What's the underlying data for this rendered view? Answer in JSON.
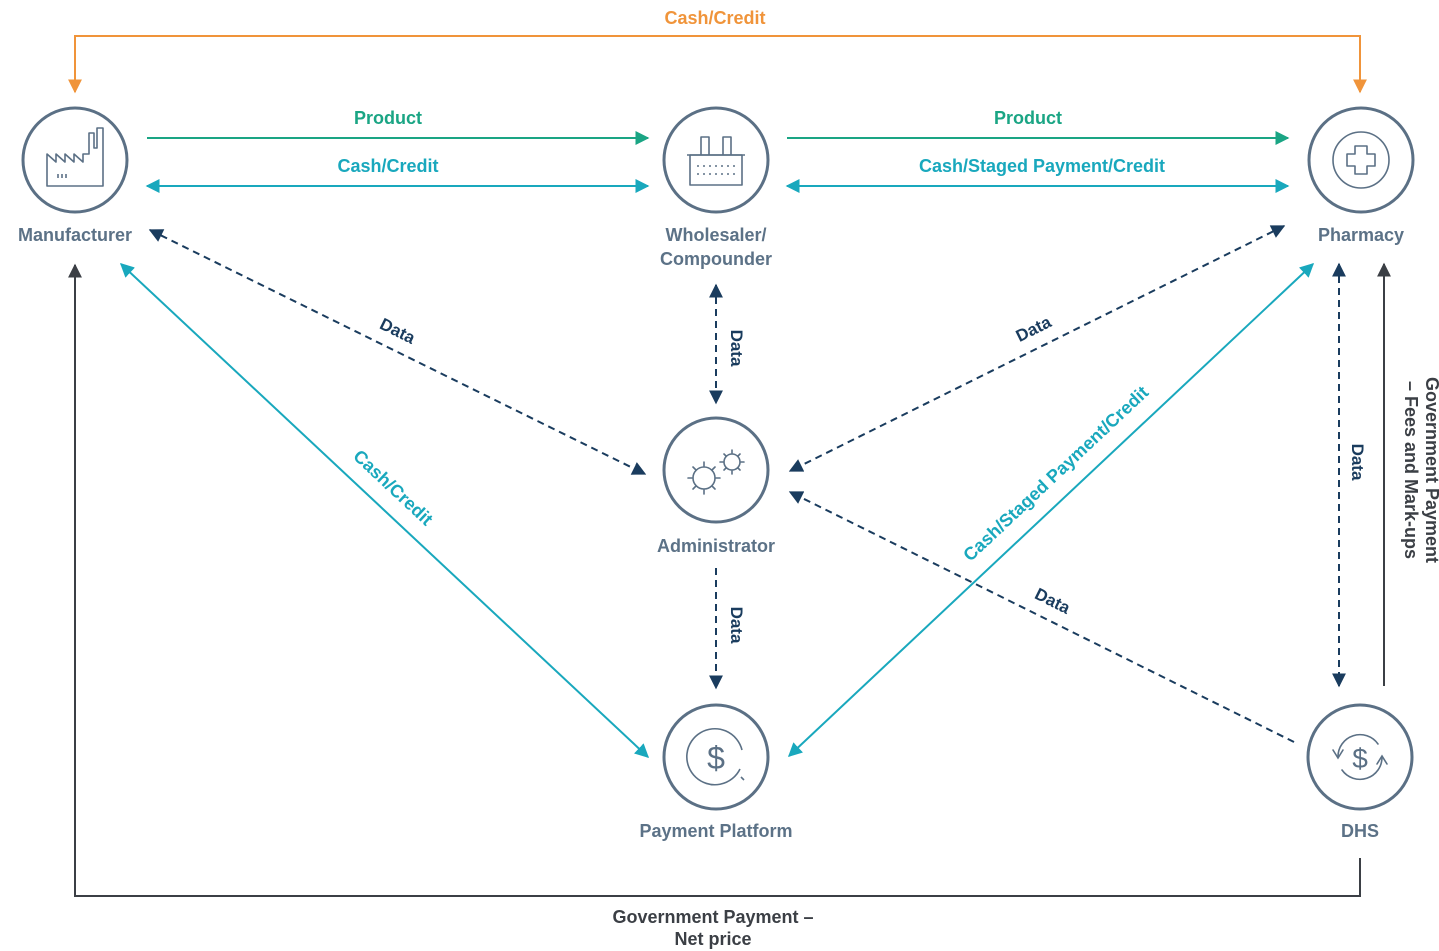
{
  "colors": {
    "orange": "#f0943a",
    "green": "#1aa584",
    "teal": "#19a8bd",
    "navy": "#1a3c5e",
    "dark": "#3b3f45",
    "node_ring": "#5b7085",
    "node_text": "#5c7287"
  },
  "nodes": {
    "manufacturer": {
      "label": "Manufacturer",
      "icon": "factory-icon"
    },
    "wholesaler": {
      "label_line1": "Wholesaler/",
      "label_line2": "Compounder",
      "icon": "warehouse-icon"
    },
    "pharmacy": {
      "label": "Pharmacy",
      "icon": "medical-cross-icon"
    },
    "administrator": {
      "label": "Administrator",
      "icon": "gears-icon"
    },
    "payment_platform": {
      "label": "Payment Platform",
      "icon": "dollar-icon"
    },
    "dhs": {
      "label": "DHS",
      "icon": "dollar-cycle-icon"
    }
  },
  "edges": {
    "top_cash_credit": "Cash/Credit",
    "mfr_whs_product": "Product",
    "mfr_whs_cash": "Cash/Credit",
    "whs_ph_product": "Product",
    "whs_ph_cash": "Cash/Staged Payment/Credit",
    "mfr_admin_data": "Data",
    "whs_admin_data": "Data",
    "ph_admin_data": "Data",
    "mfr_pp_cash": "Cash/Credit",
    "pp_ph_cash": "Cash/Staged Payment/Credit",
    "dhs_admin_data": "Data",
    "admin_pp_data": "Data",
    "ph_dhs_data": "Data",
    "gov_fees_line1": "Government Payment",
    "gov_fees_line2": "– Fees and Mark-ups",
    "gov_net_line1": "Government Payment –",
    "gov_net_line2": "Net price"
  }
}
